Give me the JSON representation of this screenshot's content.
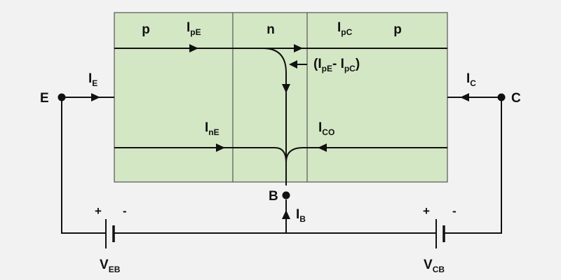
{
  "regions": {
    "emitter": "p",
    "base": "n",
    "collector": "p"
  },
  "terminals": {
    "emitter": "E",
    "collector": "C",
    "base": "B"
  },
  "currents": {
    "emitter": {
      "main": "I",
      "sub": "E"
    },
    "collector": {
      "main": "I",
      "sub": "C"
    },
    "base": {
      "main": "I",
      "sub": "B"
    },
    "hole_emitter": {
      "main": "I",
      "sub": "pE"
    },
    "hole_collector": {
      "main": "I",
      "sub": "pC"
    },
    "electron_emitter": {
      "main": "I",
      "sub": "nE"
    },
    "leakage": {
      "main": "I",
      "sub": "CO"
    },
    "recombination": {
      "open": "(",
      "first": {
        "main": "I",
        "sub": "pE"
      },
      "sep": "- ",
      "second": {
        "main": "I",
        "sub": "pC"
      },
      "close": ")"
    }
  },
  "sources": {
    "emitter_base": {
      "main": "V",
      "sub": "EB",
      "plus": "+",
      "minus": "-"
    },
    "collector_base": {
      "main": "V",
      "sub": "CB",
      "plus": "+",
      "minus": "-"
    }
  },
  "colors": {
    "semiconductor_fill": "#d4e7c5",
    "outline": "#555555",
    "wire": "#111111",
    "background": "#f2f2f2"
  }
}
